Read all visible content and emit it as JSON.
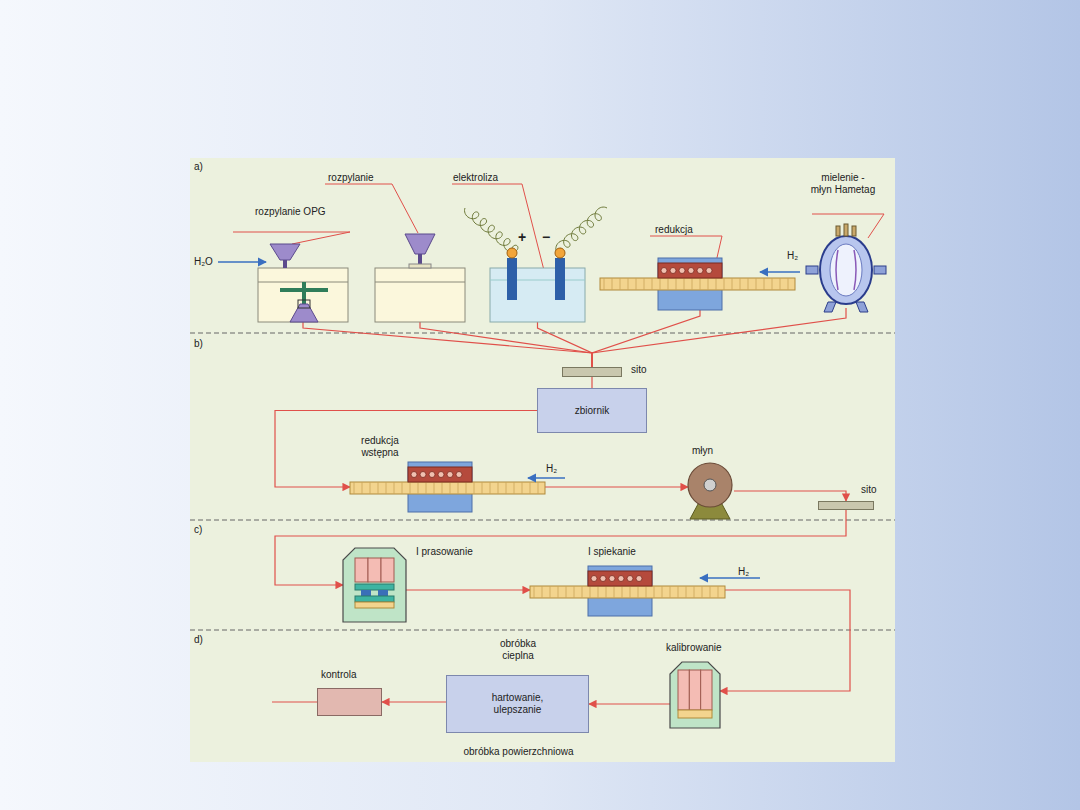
{
  "diagram": {
    "nodes": [
      {
        "text": [
          "rozpylanie OPG"
        ]
      },
      {
        "text": [
          "rozpylanie"
        ]
      },
      {
        "text": [
          "elektroliza"
        ]
      },
      {
        "text": [
          "redukcja"
        ]
      },
      {
        "text": [
          "mielenie - młyn Hametag"
        ]
      },
      {
        "text": [
          "sito"
        ]
      },
      {
        "text": [
          "zbiornik"
        ]
      },
      {
        "text": [
          "redukcja wstępna"
        ]
      },
      {
        "text": [
          "młyn"
        ]
      },
      {
        "text": [
          "sito"
        ]
      },
      {
        "text": [
          "I prasowanie"
        ]
      },
      {
        "text": [
          "I spiekanie"
        ]
      },
      {
        "text": [
          "kalibrowanie"
        ]
      },
      {
        "text": [
          "obróbka cieplna",
          "hartowanie, ulepszanie",
          "obróbka powierzchniowa"
        ]
      },
      {
        "text": [
          "kontrola"
        ]
      }
    ],
    "edges": [
      {
        "from": 0,
        "to": 5,
        "arrow": "none"
      },
      {
        "from": 1,
        "to": 5,
        "arrow": "none"
      },
      {
        "from": 2,
        "to": 5,
        "arrow": "none"
      },
      {
        "from": 3,
        "to": 5,
        "arrow": "none"
      },
      {
        "from": 4,
        "to": 5,
        "arrow": "none"
      },
      {
        "from": 5,
        "to": 6,
        "arrow": "none"
      },
      {
        "from": 6,
        "to": 7,
        "arrow": "to"
      },
      {
        "from": 7,
        "to": 8,
        "arrow": "to"
      },
      {
        "from": 8,
        "to": 9,
        "arrow": "to"
      },
      {
        "from": 9,
        "to": 10,
        "arrow": "to"
      },
      {
        "from": 10,
        "to": 11,
        "arrow": "to"
      },
      {
        "from": 11,
        "to": 12,
        "arrow": "to"
      },
      {
        "from": 12,
        "to": 13,
        "arrow": "to"
      },
      {
        "from": 13,
        "to": 14,
        "arrow": "to"
      }
    ],
    "labels": [
      "a)",
      "b)",
      "c)",
      "d)",
      "H₂O",
      "+",
      "−",
      "H₂",
      "H₂",
      "H₂"
    ]
  }
}
